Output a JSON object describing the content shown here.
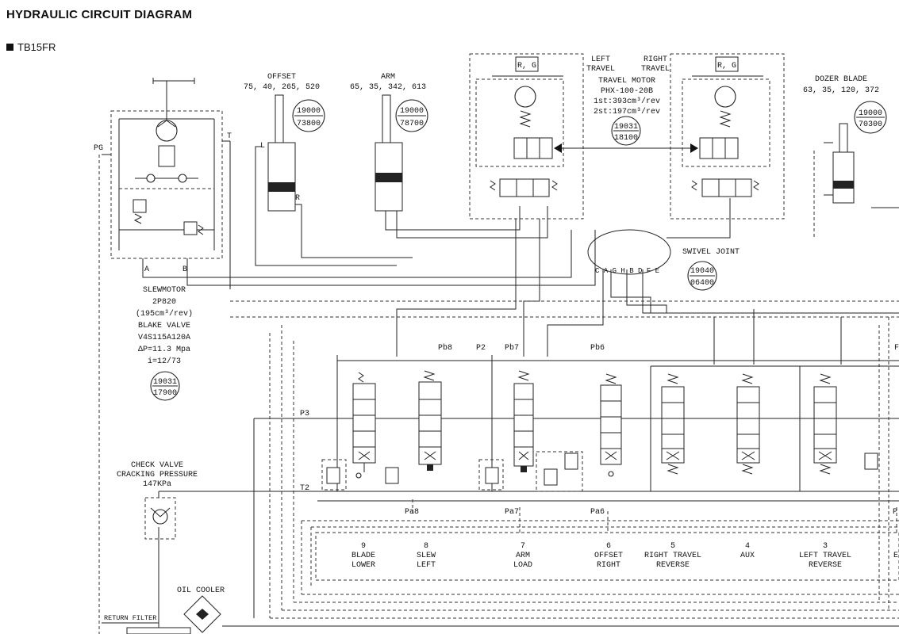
{
  "header": {
    "title": "HYDRAULIC CIRCUIT DIAGRAM",
    "model": "TB15FR"
  },
  "offset_cyl": {
    "title": "OFFSET",
    "dims": "75, 40, 265, 520",
    "part_top": "19000",
    "part_bottom": "73800",
    "port_l": "L",
    "port_r": "R"
  },
  "arm_cyl": {
    "title": "ARM",
    "dims": "65, 35, 342, 613",
    "part_top": "19000",
    "part_bottom": "78700"
  },
  "travel": {
    "left_label_1": "LEFT",
    "left_label_2": "TRAVEL",
    "right_label_1": "RIGHT",
    "right_label_2": "TRAVEL",
    "motor": "TRAVEL MOTOR",
    "model": "PHX-100-20B",
    "speed1": "1st:393cm³/rev",
    "speed2": "2st:197cm³/rev",
    "part_top": "19031",
    "part_bottom": "18100",
    "rg": "R, G"
  },
  "dozer": {
    "title_1": "DOZER BLADE",
    "title_2": "63, 35, 120, 372",
    "part_top": "19000",
    "part_bottom": "70300"
  },
  "swivel": {
    "label": "SWIVEL JOINT",
    "part_top": "19040",
    "part_bottom": "06400",
    "ports": "C A G H B D F E"
  },
  "slewmotor": {
    "lines": [
      "SLEWMOTOR",
      "2P820",
      "(195cm³/rev)",
      "BLAKE VALVE",
      "V4S115A120A",
      "ΔP=11.3 Mpa",
      "i=12/73"
    ],
    "part_top": "19031",
    "part_bottom": "17900",
    "port_pg": "PG",
    "port_t": "T",
    "port_a": "A",
    "port_b": "B"
  },
  "check_valve": {
    "lines": [
      "CHECK VALVE",
      "CRACKING PRESSURE",
      "147KPa"
    ]
  },
  "oil_cooler": "OIL COOLER",
  "return_filter": "RETURN FILTER",
  "pilot_ports": {
    "pb8": "Pb8",
    "p2": "P2",
    "pb7": "Pb7",
    "pb6": "Pb6",
    "p3": "P3",
    "t2": "T2",
    "pa8": "Pa8",
    "pa7": "Pa7",
    "pa6": "Pa6",
    "p_right": "P",
    "f_right": "F"
  },
  "sections": [
    {
      "num": "9",
      "line1": "BLADE",
      "line2": "LOWER"
    },
    {
      "num": "8",
      "line1": "SLEW",
      "line2": "LEFT"
    },
    {
      "num": "7",
      "line1": "ARM",
      "line2": "LOAD"
    },
    {
      "num": "6",
      "line1": "OFFSET",
      "line2": "RIGHT"
    },
    {
      "num": "5",
      "line1": "RIGHT TRAVEL",
      "line2": "REVERSE"
    },
    {
      "num": "4",
      "line1": "AUX",
      "line2": ""
    },
    {
      "num": "3",
      "line1": "LEFT TRAVEL",
      "line2": "REVERSE"
    },
    {
      "num": "",
      "line1": "E",
      "line2": ""
    }
  ]
}
